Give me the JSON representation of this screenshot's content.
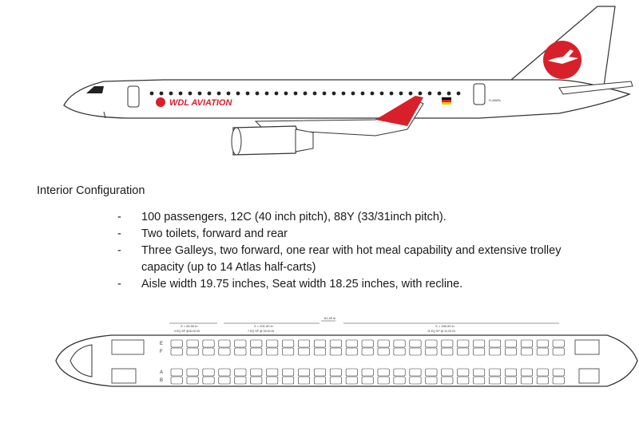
{
  "aircraft": {
    "livery_text": "WDL AVIATION",
    "registration_mark": "D-AWDL"
  },
  "interior": {
    "heading": "Interior Configuration",
    "bullets": [
      "100 passengers, 12C (40 inch pitch), 88Y (33/31inch pitch).",
      "Two toilets, forward and rear",
      "Three Galleys, two forward, one rear with hot meal capability and extensive trolley capacity (up to 14 Atlas half-carts)",
      "Aisle width 19.75 inches, Seat width 18.25 inches, with recline."
    ],
    "bullet_marker": "-"
  },
  "seat_map": {
    "column_letters_top": [
      "E",
      "F"
    ],
    "column_letters_bottom": [
      "A",
      "B"
    ],
    "row_count": 25,
    "dimension_labels": [
      "X = 60.00 in",
      "X = 201.00 in",
      "61.49 in",
      "X = 335.00 in"
    ],
    "pitch_labels": [
      "3 EQ SP @40.00 IN",
      "7 EQ SP @ 33.00 IN",
      "11 EQ SP @ 31.00 IN"
    ],
    "colors": {
      "seat_fill": "#ffffff",
      "seat_stroke": "#333333"
    }
  },
  "colors": {
    "livery_red": "#d8202a",
    "fuselage_outline": "#333333",
    "tail_logo_white": "#ffffff"
  }
}
